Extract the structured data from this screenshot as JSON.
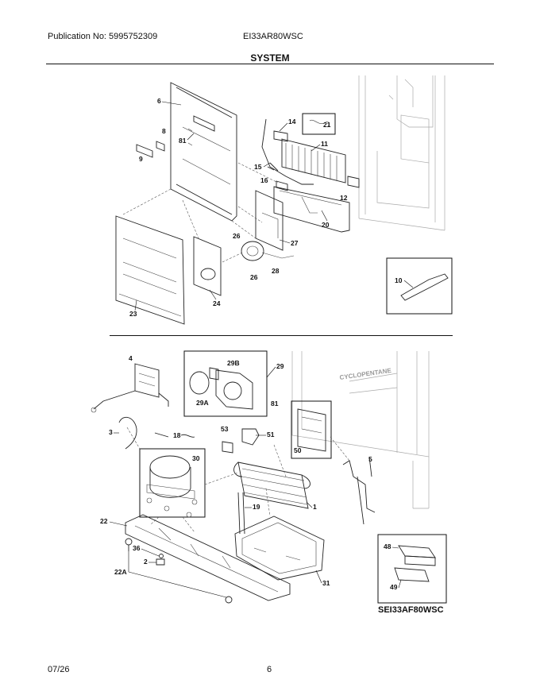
{
  "header": {
    "publication": "Publication No: 5995752309",
    "model": "EI33AR80WSC",
    "section": "SYSTEM"
  },
  "footer": {
    "date": "07/26",
    "page": "6"
  },
  "cabinet_text": "CYCLOPENTANE",
  "variant_label": "SEI33AF80WSC",
  "parts_upper": [
    "6",
    "8",
    "81",
    "9",
    "14",
    "21",
    "11",
    "15",
    "16",
    "12",
    "20",
    "26",
    "27",
    "28",
    "26",
    "24",
    "23",
    "10"
  ],
  "parts_lower": [
    "4",
    "29B",
    "29",
    "29A",
    "81",
    "3",
    "18",
    "53",
    "51",
    "50",
    "30",
    "5",
    "19",
    "1",
    "22",
    "36",
    "2",
    "22A",
    "31",
    "48",
    "49"
  ]
}
